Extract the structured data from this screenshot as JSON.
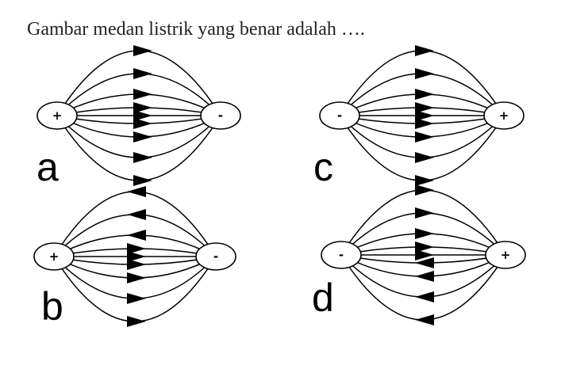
{
  "question": "Gambar medan listrik yang benar adalah ….",
  "options": [
    {
      "id": "a",
      "letter": "a",
      "left_charge": "+",
      "right_charge": "-",
      "field_direction": [
        "right",
        "right",
        "right",
        "right",
        "right",
        "right",
        "right",
        "right",
        "right"
      ]
    },
    {
      "id": "c",
      "letter": "c",
      "left_charge": "-",
      "right_charge": "+",
      "field_direction": [
        "right",
        "right",
        "right",
        "right",
        "right",
        "right",
        "right",
        "right",
        "right"
      ]
    },
    {
      "id": "b",
      "letter": "b",
      "left_charge": "+",
      "right_charge": "-",
      "field_direction": [
        "left",
        "left",
        "left",
        "right",
        "right",
        "right",
        "right",
        "right",
        "right"
      ]
    },
    {
      "id": "d",
      "letter": "d",
      "left_charge": "-",
      "right_charge": "+",
      "field_direction": [
        "right",
        "right",
        "right",
        "right",
        "right",
        "left",
        "left",
        "left",
        "left"
      ]
    }
  ],
  "colors": {
    "lines": "#000000",
    "text": "#222222",
    "background": "#ffffff"
  }
}
